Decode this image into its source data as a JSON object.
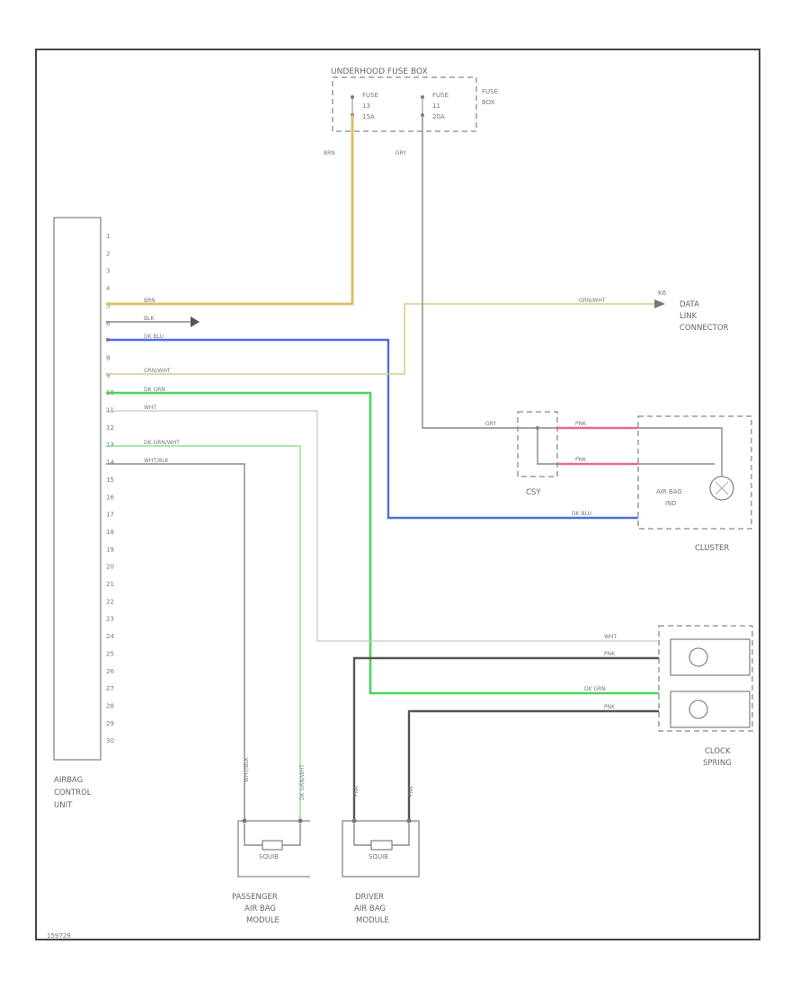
{
  "fuse_box": {
    "title": "UNDERHOOD FUSE BOX",
    "fuse1_name": "FUSE",
    "fuse1_num": "13",
    "fuse1_amp": "15A",
    "fuse2_name": "FUSE",
    "fuse2_num": "11",
    "fuse2_amp": "20A",
    "side_label_1": "FUSE",
    "side_label_2": "BOX"
  },
  "wires": {
    "brn": "BRN",
    "gry": "GRY",
    "blk": "BLK",
    "dk_blu": "DK BLU",
    "orn_wht": "ORN/WHT",
    "dk_grn": "DK GRN",
    "wht": "WHT",
    "dk_grn_wht": "DK GRN/WHT",
    "wht_blk": "WHT/BLK",
    "pnk": "PNK"
  },
  "control_unit": {
    "label_1": "AIRBAG",
    "label_2": "CONTROL",
    "label_3": "UNIT",
    "pins": [
      "1",
      "2",
      "3",
      "4",
      "5",
      "6",
      "7",
      "8",
      "9",
      "10",
      "11",
      "12",
      "13",
      "14",
      "15",
      "16",
      "17",
      "18",
      "19",
      "20",
      "21",
      "22",
      "23",
      "24",
      "25",
      "26",
      "27",
      "28",
      "29",
      "30"
    ]
  },
  "data_link": {
    "label_1": "DATA",
    "label_2": "LINK",
    "label_3": "CONNECTOR",
    "pin": "K6"
  },
  "cluster": {
    "label": "CLUSTER",
    "ind_1": "AIR BAG",
    "ind_2": "IND"
  },
  "csy": {
    "label": "CSY"
  },
  "clock_spring": {
    "label_1": "CLOCK",
    "label_2": "SPRING"
  },
  "passenger_module": {
    "label_1": "PASSENGER",
    "label_2": "AIR BAG",
    "label_3": "MODULE",
    "squib": "SQUIB"
  },
  "driver_module": {
    "label_1": "DRIVER",
    "label_2": "AIR BAG",
    "label_3": "MODULE",
    "squib": "SQUIB"
  },
  "footer": {
    "code": "159729"
  }
}
